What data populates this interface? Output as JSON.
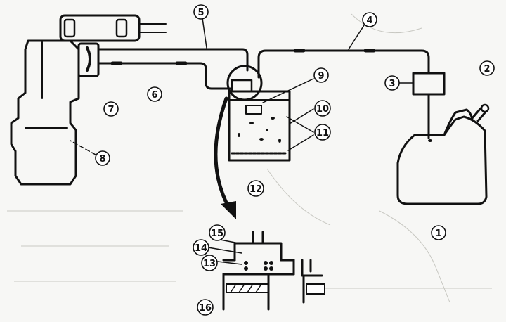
{
  "callouts": [
    {
      "id": "c1",
      "text": "1"
    },
    {
      "id": "c2",
      "text": "2"
    },
    {
      "id": "c3",
      "text": "3"
    },
    {
      "id": "c4",
      "text": "4"
    },
    {
      "id": "c5",
      "text": "5"
    },
    {
      "id": "c6",
      "text": "6"
    },
    {
      "id": "c7",
      "text": "7"
    },
    {
      "id": "c8",
      "text": "8"
    },
    {
      "id": "c9",
      "text": "9"
    },
    {
      "id": "c10",
      "text": "10"
    },
    {
      "id": "c11",
      "text": "11"
    },
    {
      "id": "c12",
      "text": "12"
    },
    {
      "id": "c13",
      "text": "13"
    },
    {
      "id": "c14",
      "text": "14"
    },
    {
      "id": "c15",
      "text": "15"
    },
    {
      "id": "c16",
      "text": "16"
    }
  ],
  "colors": {
    "ink": "#111111",
    "paper": "#f7f7f5",
    "ghost": "#c8c8c2"
  }
}
